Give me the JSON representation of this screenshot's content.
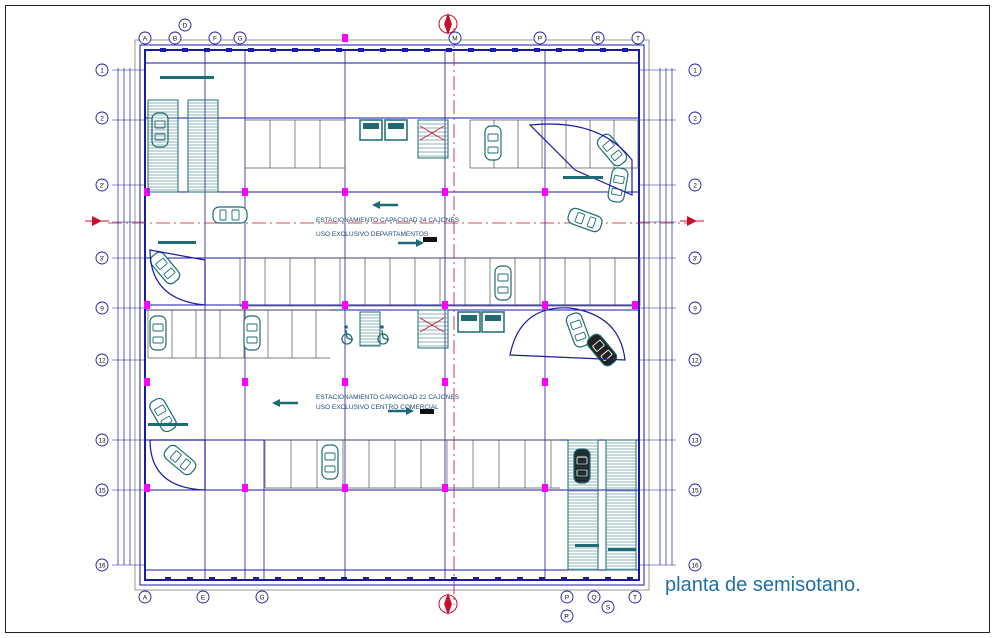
{
  "caption": "planta de semisotano.",
  "colors": {
    "wall": "#1a1aa8",
    "wall_dark": "#0b0b70",
    "line_gray": "#555555",
    "column": "#ff00ff",
    "teal": "#1d6b74",
    "red": "#c8102e",
    "caption": "#1f6fa3",
    "text": "#1d4a7a"
  },
  "grid_axes": {
    "top": [
      "A",
      "B",
      "D",
      "F",
      "G",
      "M",
      "P",
      "R",
      "T"
    ],
    "bottom": [
      "A",
      "E",
      "G",
      "P",
      "P'",
      "Q",
      "S",
      "T"
    ],
    "left": [
      "1",
      "2",
      "2'",
      "3'",
      "9",
      "12",
      "13",
      "15",
      "16"
    ],
    "right": [
      "1",
      "2",
      "2",
      "3'",
      "9",
      "12",
      "13",
      "15",
      "16"
    ]
  },
  "notes": {
    "upper_line1": "ESTACIONAMIENTO CAPACIDAD 24 CAJONES",
    "upper_line2": "USO EXCLUSIVO DEPARTAMENTOS",
    "lower_line1": "ESTACIONAMIENTO CAPACIDAD 22 CAJONES",
    "lower_line2": "USO EXCLUSIVO CENTRO COMERCIAL"
  },
  "icons": [
    "north-arrow-icon",
    "wheelchair-icon",
    "car-icon",
    "stair-icon",
    "elevator-icon"
  ]
}
